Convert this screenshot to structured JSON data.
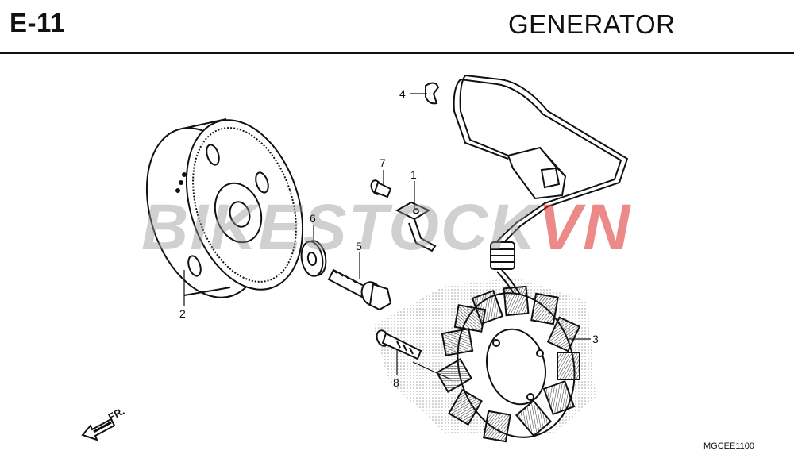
{
  "header": {
    "section_code": "E-11",
    "title": "GENERATOR"
  },
  "callouts": [
    {
      "id": "1",
      "label": "1"
    },
    {
      "id": "2",
      "label": "2"
    },
    {
      "id": "3",
      "label": "3"
    },
    {
      "id": "4",
      "label": "4"
    },
    {
      "id": "5",
      "label": "5"
    },
    {
      "id": "6",
      "label": "6"
    },
    {
      "id": "7",
      "label": "7"
    },
    {
      "id": "8",
      "label": "8"
    }
  ],
  "watermark": {
    "part_a": "BIKESTOCK",
    "part_b": "VN"
  },
  "direction": {
    "label": "FR."
  },
  "figure_code": "MGCEE1100"
}
